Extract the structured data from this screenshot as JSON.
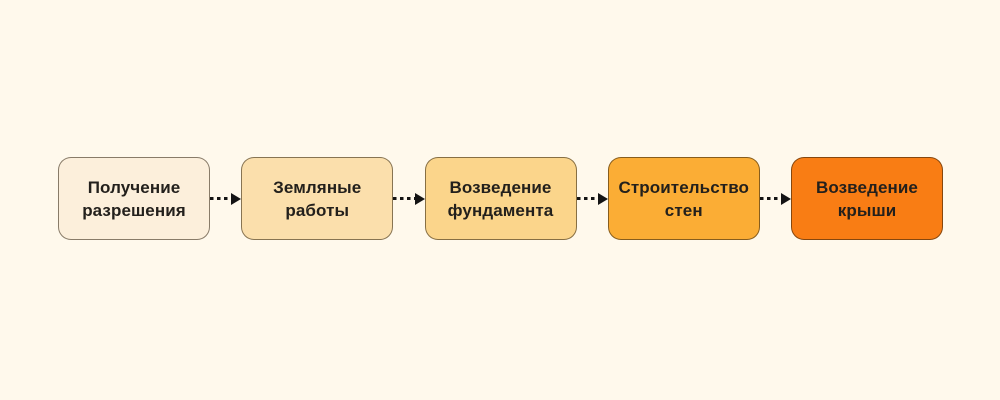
{
  "page": {
    "background_color": "#FFF9EC"
  },
  "flowchart": {
    "type": "process-flow",
    "direction": "left-to-right",
    "arrow_style": "dashed-with-solid-head",
    "arrow_color": "#141414",
    "text_color": "#23201C",
    "nodes": [
      {
        "label": "Получение разрешения",
        "fill": "#FCEFDB"
      },
      {
        "label": "Земляные работы",
        "fill": "#FBDFAC"
      },
      {
        "label": "Возведение фундамента",
        "fill": "#FBD58B"
      },
      {
        "label": "Строительство стен",
        "fill": "#FBAD35"
      },
      {
        "label": "Возведение крыши",
        "fill": "#F97D14"
      }
    ]
  }
}
